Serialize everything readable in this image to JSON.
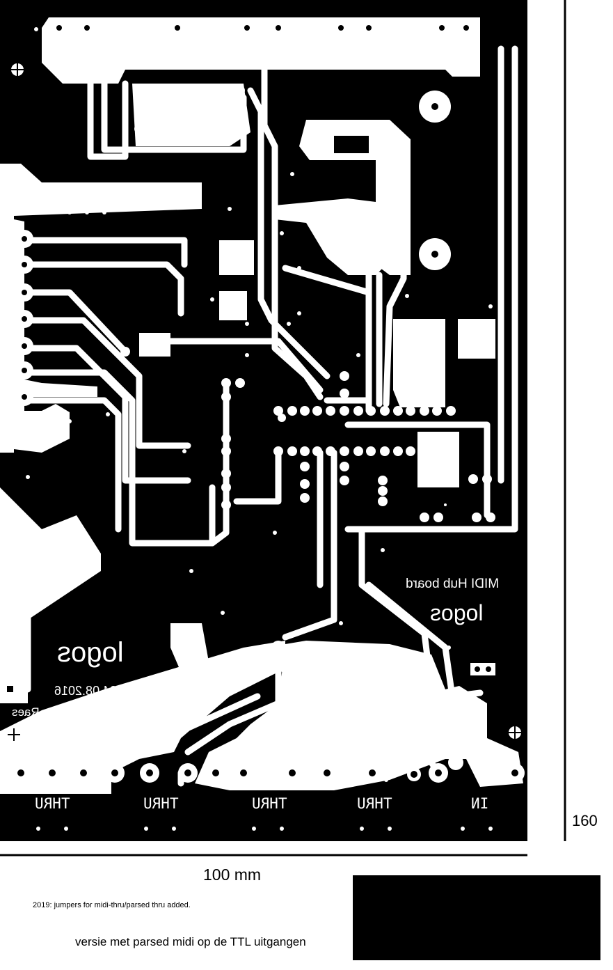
{
  "board": {
    "title": "MIDI Hub board",
    "logo_text": "logos",
    "date": "24.08.2016",
    "author": "Godfried-Willem Raes",
    "jacks": [
      "THRU",
      "THRU",
      "THRU",
      "THRU",
      "IN"
    ]
  },
  "dimensions": {
    "width_label": "100 mm",
    "height_label": "160"
  },
  "notes": {
    "revision": "2019: jumpers for midi-thru/parsed thru added.",
    "version": "versie met parsed midi op de TTL uitgangen"
  },
  "colors": {
    "copper": "#ffffff",
    "substrate": "#000000",
    "background": "#ffffff"
  }
}
